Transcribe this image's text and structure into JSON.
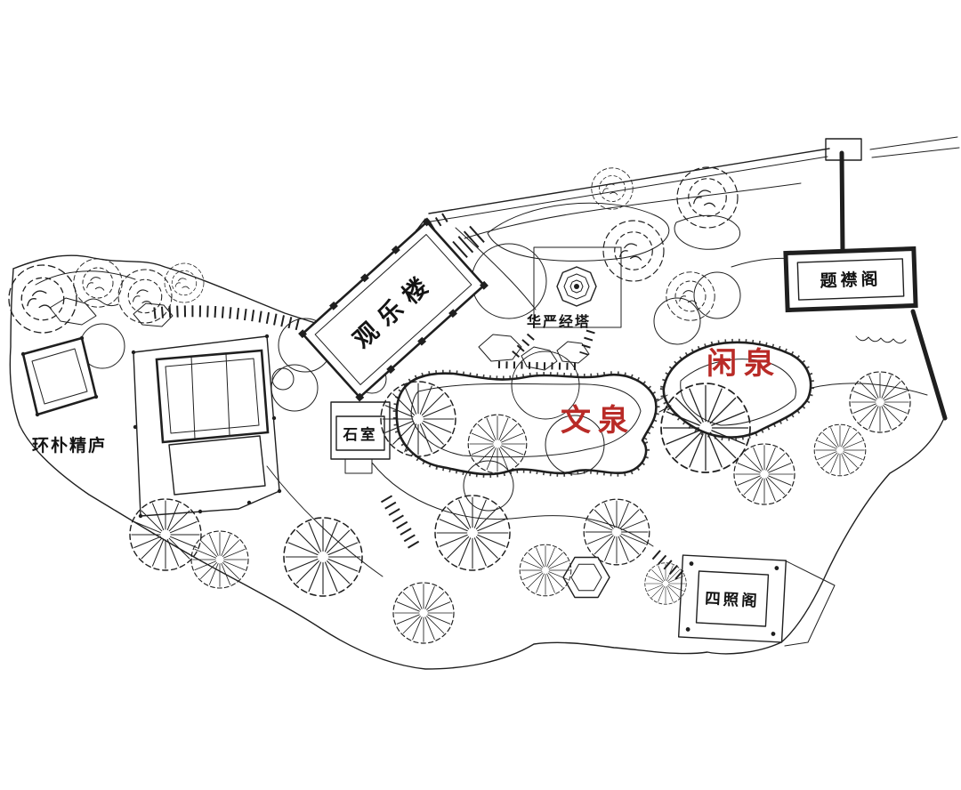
{
  "map": {
    "colors": {
      "background": "#ffffff",
      "ink": "#1f1f1f",
      "spring_red": "#b92b27"
    },
    "labels": {
      "guanlelou": "观乐楼",
      "huayan_pagoda": "华严经塔",
      "tijinge": "题襟阁",
      "xianquan": "闲泉",
      "wenquan": "文泉",
      "huanpu_jinglu": "环朴精庐",
      "shishi": "石室",
      "sizhaoge": "四照阁"
    }
  }
}
